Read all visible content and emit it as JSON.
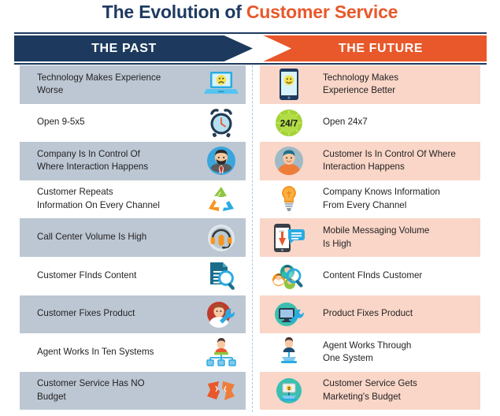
{
  "title": {
    "part_navy": "The Evolution of ",
    "part_orange": "Customer Service"
  },
  "header": {
    "past_label": "THE PAST",
    "future_label": "THE FUTURE"
  },
  "colors": {
    "navy": "#1d3a5e",
    "orange": "#e8582a",
    "left_row_shade": "#bcc7d3",
    "right_row_shade": "#f9d6c8",
    "divider": "#a8c8e8",
    "text": "#231f20"
  },
  "rows": [
    {
      "shaded": true,
      "past_text": "Technology Makes Experience\nWorse",
      "past_icon": "laptop-sad-face-icon",
      "future_text": "Technology Makes\n Experience Better",
      "future_icon": "smartphone-happy-face-icon"
    },
    {
      "shaded": false,
      "past_text": "Open 9-5x5",
      "past_icon": "alarm-clock-icon",
      "future_text": "Open 24x7",
      "future_icon": "24-7-badge-icon"
    },
    {
      "shaded": true,
      "past_text": "Company Is In Control Of\nWhere Interaction Happens",
      "past_icon": "businessman-avatar-icon",
      "future_text": "Customer  Is In Control Of Where\nInteraction Happens",
      "future_icon": "customer-avatar-icon"
    },
    {
      "shaded": false,
      "past_text": "Customer Repeats\nInformation On Every Channel",
      "past_icon": "recycle-arrows-icon",
      "future_text": "Company Knows Information\nFrom Every Channel",
      "future_icon": "lightbulb-icon"
    },
    {
      "shaded": true,
      "past_text": "Call Center Volume Is High",
      "past_icon": "headset-agent-icon",
      "future_text": "Mobile Messaging Volume\nIs High",
      "future_icon": "mobile-message-icon"
    },
    {
      "shaded": false,
      "past_text": "Customer FInds Content",
      "past_icon": "document-magnifier-icon",
      "future_text": "Content FInds Customer",
      "future_icon": "people-magnifier-icon"
    },
    {
      "shaded": true,
      "past_text": "Customer Fixes Product",
      "past_icon": "person-wrench-icon",
      "future_text": "Product Fixes Product",
      "future_icon": "monitor-wrench-icon"
    },
    {
      "shaded": false,
      "past_text": "Agent Works In Ten Systems",
      "past_icon": "agent-many-systems-icon",
      "future_text": "Agent Works Through\nOne System",
      "future_icon": "agent-one-system-icon"
    },
    {
      "shaded": true,
      "past_text": "Customer Service Has NO\nBudget",
      "past_icon": "torn-money-icon",
      "future_text": "Customer Service Gets\nMarketing's Budget",
      "future_icon": "money-badge-icon"
    }
  ]
}
